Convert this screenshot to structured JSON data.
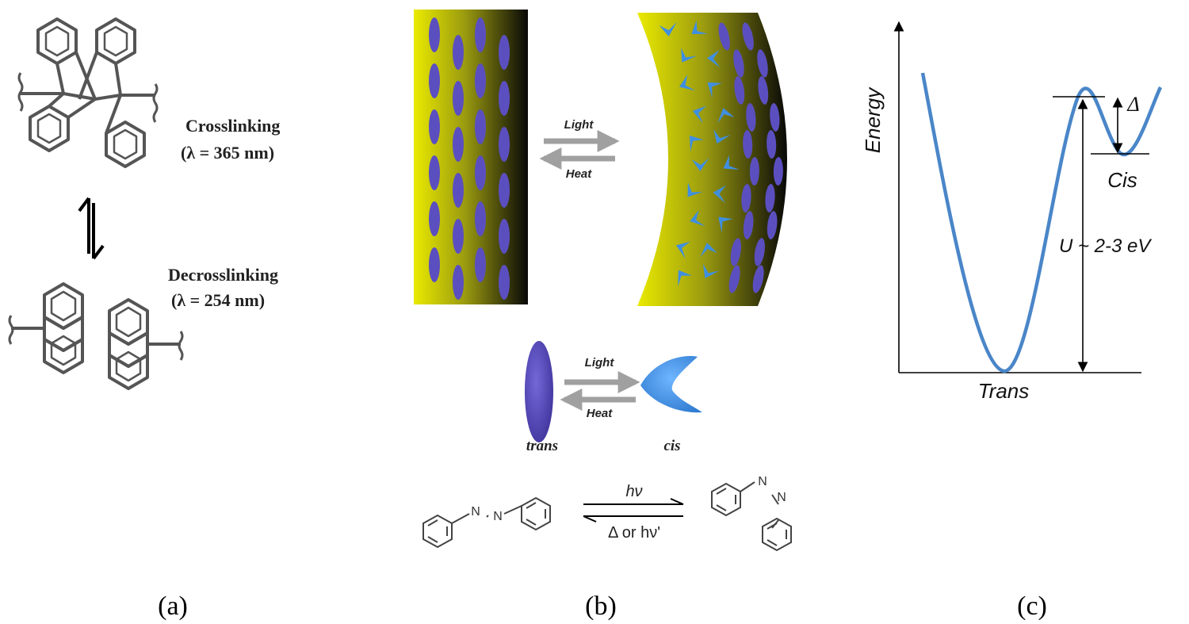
{
  "panel_a": {
    "crosslinking_label": "Crosslinking",
    "crosslinking_wavelength": "(λ = 365 nm)",
    "decrosslinking_label": "Decrosslinking",
    "decrosslinking_wavelength": "(λ = 254 nm)",
    "caption": "(a)"
  },
  "panel_b": {
    "film_forward_label": "Light",
    "film_backward_label": "Heat",
    "molecule_forward_label": "Light",
    "molecule_backward_label": "Heat",
    "trans_label": "trans",
    "cis_label": "cis",
    "reaction_forward": "hν",
    "reaction_backward": "Δ or hν'",
    "azo_atom_1": "N",
    "azo_atom_2": "N",
    "caption": "(b)",
    "colors": {
      "trans": "#5b4fc0",
      "cis": "#3f8fe0",
      "film_light": "#e6e600"
    }
  },
  "panel_c": {
    "y_axis_label": "Energy",
    "trans_label": "Trans",
    "cis_label": "Cis",
    "barrier_label": "U ~ 2-3 eV",
    "delta_label": "Δ",
    "caption": "(c)",
    "colors": {
      "curve": "#4a86c8"
    }
  }
}
